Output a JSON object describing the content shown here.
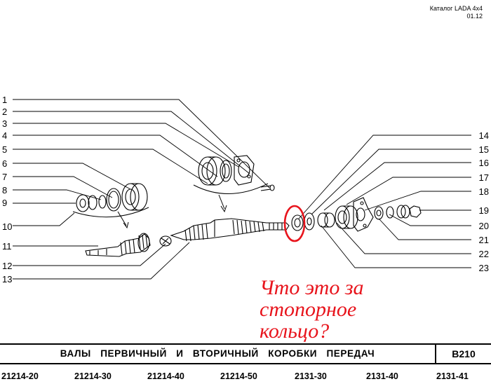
{
  "header": {
    "catalog": "Каталог  LADA  4x4",
    "date": "01.12"
  },
  "callouts_left": [
    "1",
    "2",
    "3",
    "4",
    "5",
    "6",
    "7",
    "8",
    "9",
    "10",
    "11",
    "12",
    "13"
  ],
  "callouts_right": [
    "14",
    "15",
    "16",
    "17",
    "18",
    "19",
    "20",
    "21",
    "22",
    "23"
  ],
  "highlight_color": "#e8141c",
  "question": {
    "line1": "Что это за",
    "line2": "стопорное",
    "line3": "кольцо?"
  },
  "title": {
    "text": "ВАЛЫ  ПЕРВИЧНЫЙ  И  ВТОРИЧНЫЙ  КОРОБКИ  ПЕРЕДАЧ",
    "code": "B210"
  },
  "models": [
    "21214-20",
    "21214-30",
    "21214-40",
    "21214-50",
    "2131-30",
    "2131-40",
    "2131-41"
  ]
}
